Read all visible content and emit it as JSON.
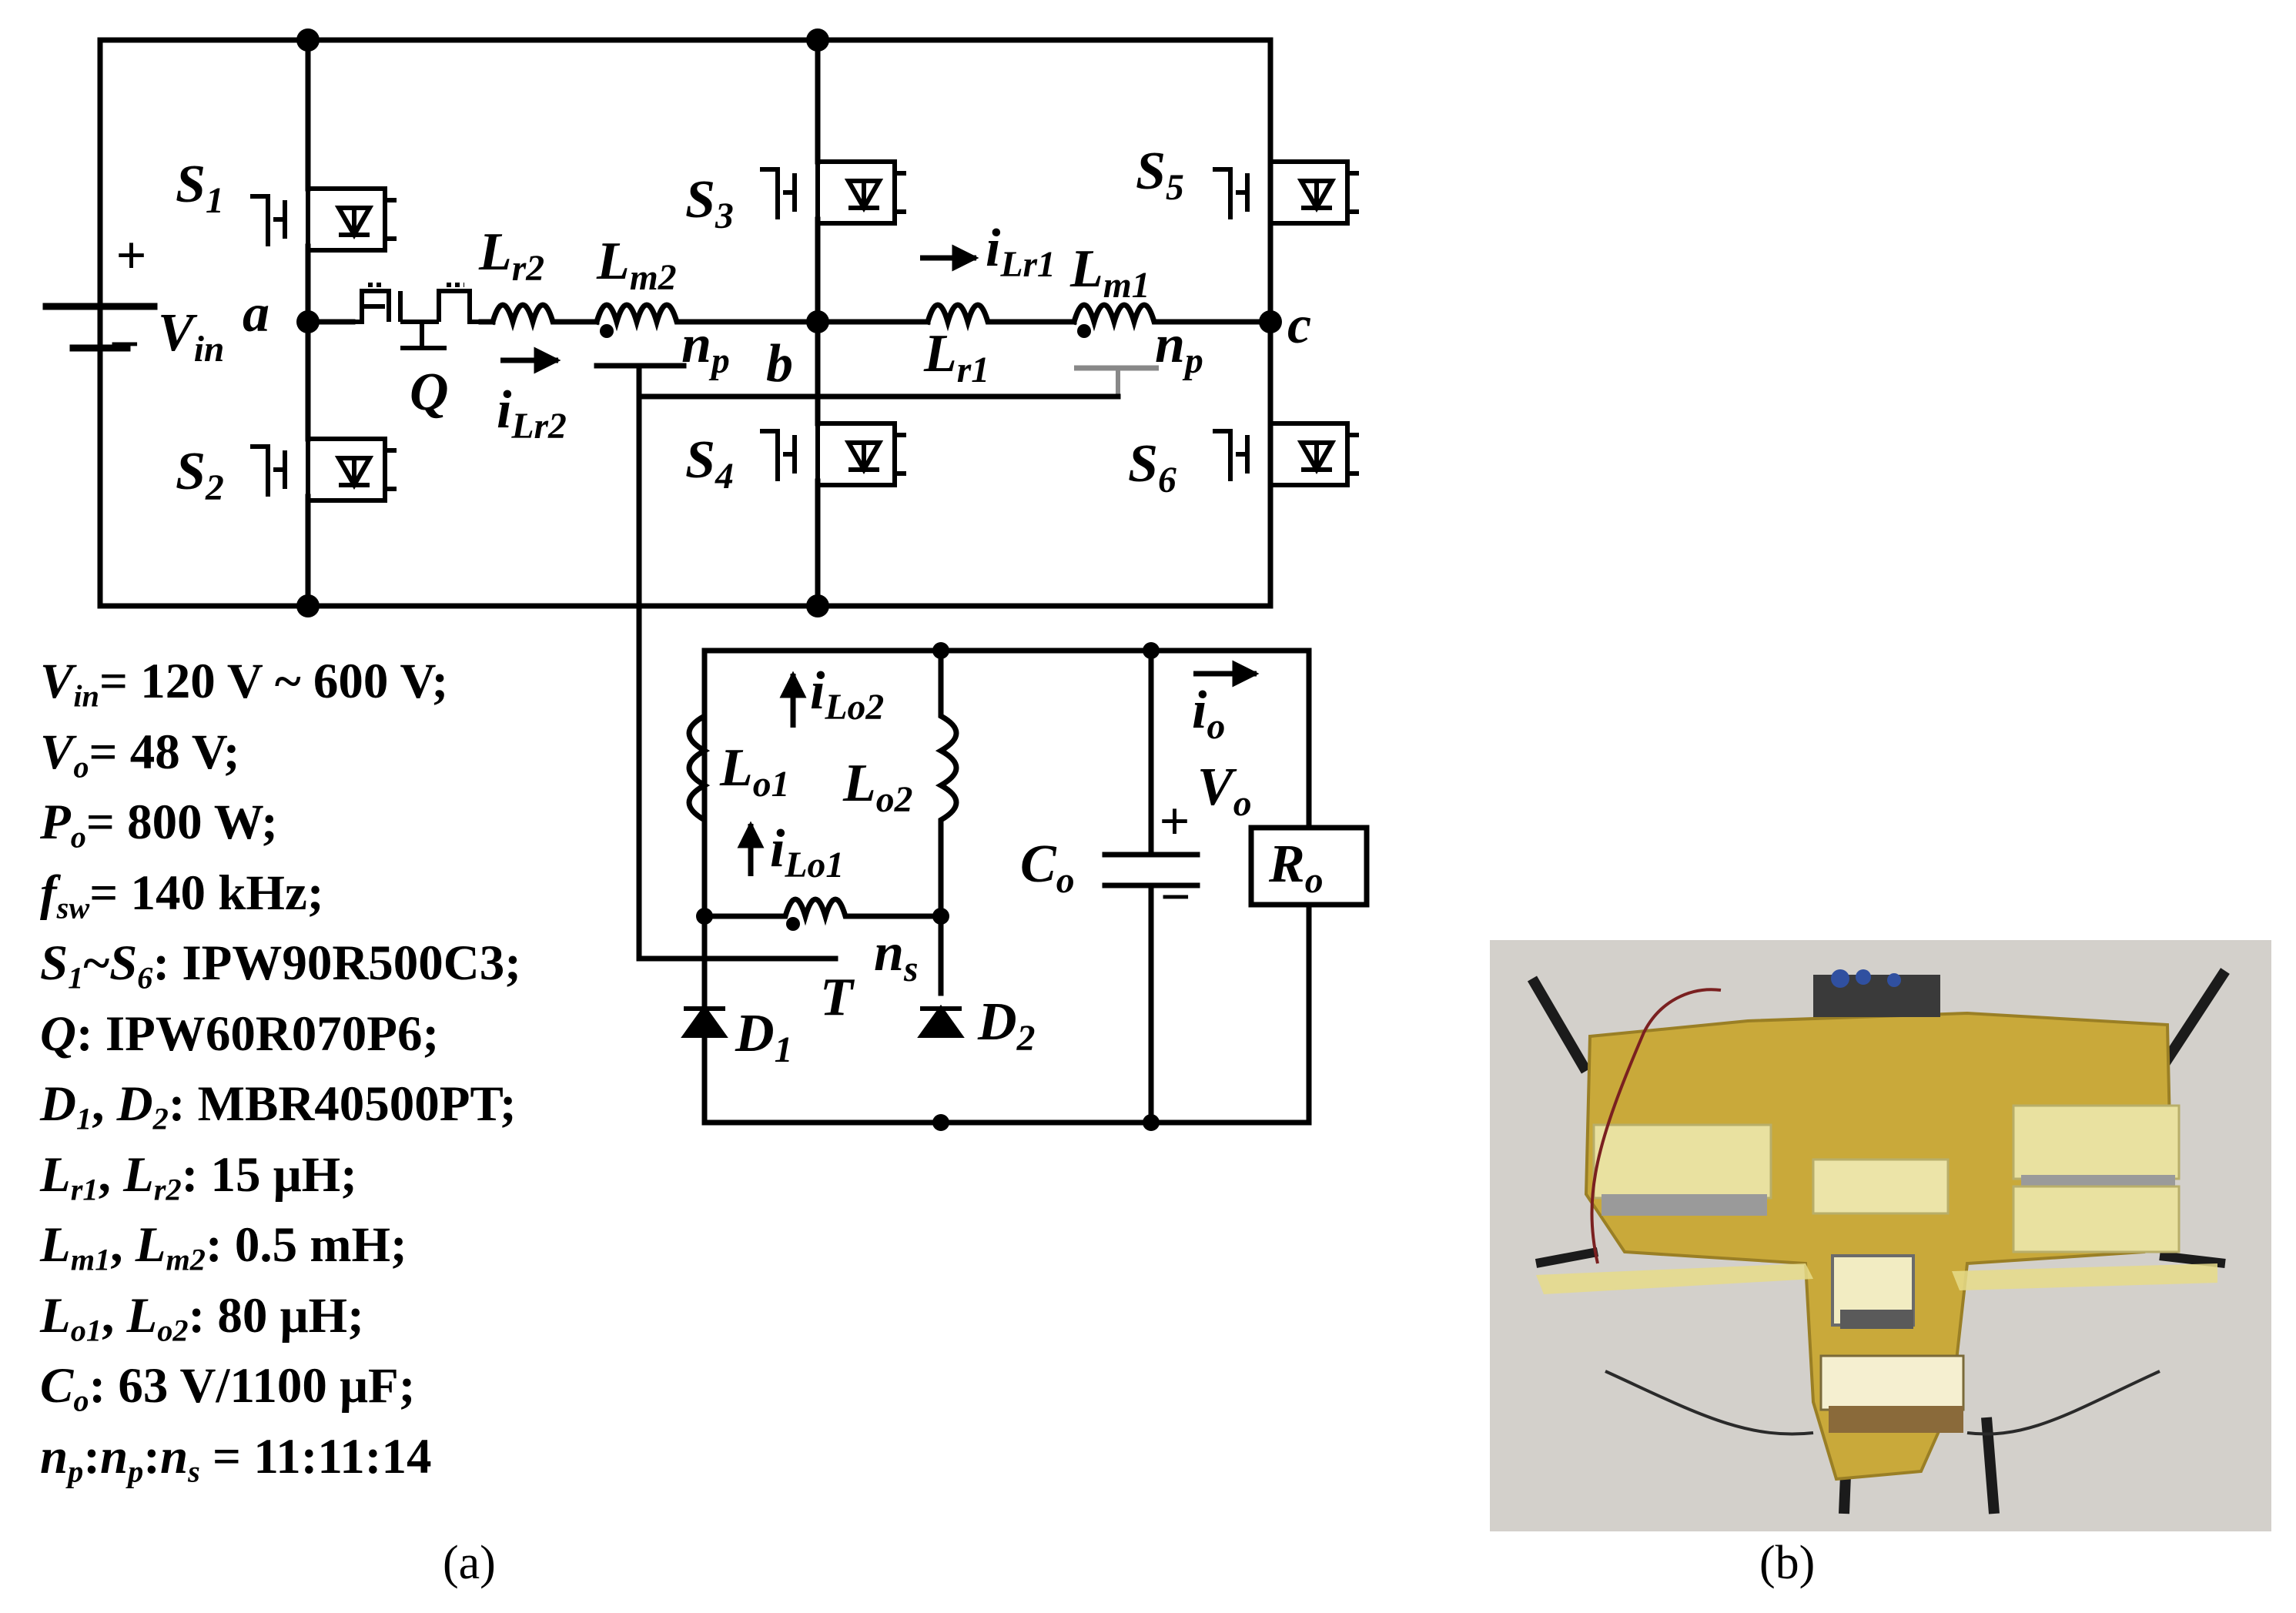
{
  "labels": {
    "S1": {
      "main": "S",
      "sub": "1"
    },
    "S2": {
      "main": "S",
      "sub": "2"
    },
    "S3": {
      "main": "S",
      "sub": "3"
    },
    "S4": {
      "main": "S",
      "sub": "4"
    },
    "S5": {
      "main": "S",
      "sub": "5"
    },
    "S6": {
      "main": "S",
      "sub": "6"
    },
    "Vin": {
      "main": "V",
      "sub": "in"
    },
    "plus_in": "+",
    "minus_in": "−",
    "node_a": "a",
    "node_b": "b",
    "node_c": "c",
    "Q": "Q",
    "Lr2": {
      "main": "L",
      "sub": "r2"
    },
    "Lm2": {
      "main": "L",
      "sub": "m2"
    },
    "iLr2": {
      "main": "i",
      "sub": "Lr2"
    },
    "np_1": {
      "main": "n",
      "sub": "p"
    },
    "iLr1": {
      "main": "i",
      "sub": "Lr1"
    },
    "Lm1": {
      "main": "L",
      "sub": "m1"
    },
    "Lr1": {
      "main": "L",
      "sub": "r1"
    },
    "np_2": {
      "main": "n",
      "sub": "p"
    },
    "iLo2": {
      "main": "i",
      "sub": "Lo2"
    },
    "Lo1": {
      "main": "L",
      "sub": "o1"
    },
    "Lo2": {
      "main": "L",
      "sub": "o2"
    },
    "iLo1": {
      "main": "i",
      "sub": "Lo1"
    },
    "ns": {
      "main": "n",
      "sub": "s"
    },
    "T": "T",
    "D1": {
      "main": "D",
      "sub": "1"
    },
    "D2": {
      "main": "D",
      "sub": "2"
    },
    "Co": {
      "main": "C",
      "sub": "o"
    },
    "io": {
      "main": "i",
      "sub": "o"
    },
    "Vo": {
      "main": "V",
      "sub": "o"
    },
    "plus_out": "+",
    "minus_out": "−",
    "Ro": {
      "main": "R",
      "sub": "o"
    }
  },
  "specs": [
    {
      "sym": "V",
      "sub": "in",
      "text": "= 120 V ~ 600 V;"
    },
    {
      "sym": "V",
      "sub": "o",
      "text": "= 48 V;"
    },
    {
      "sym": "P",
      "sub": "o",
      "text": "= 800 W;"
    },
    {
      "sym": "f",
      "sub": "sw",
      "text": "= 140 kHz;"
    },
    {
      "sym": "S",
      "sub": "1",
      "text": "~",
      "sym2": "S",
      "sub2": "6",
      "text2": ": IPW90R500C3;"
    },
    {
      "sym": "Q",
      "sub": "",
      "text": ": IPW60R070P6;"
    },
    {
      "sym": "D",
      "sub": "1",
      "text": ", ",
      "sym2": "D",
      "sub2": "2",
      "text2": ": MBR40500PT;"
    },
    {
      "sym": "L",
      "sub": "r1",
      "text": ", ",
      "sym2": "L",
      "sub2": "r2",
      "text2": ": 15 μH;"
    },
    {
      "sym": "L",
      "sub": "m1",
      "text": ", ",
      "sym2": "L",
      "sub2": "m2",
      "text2": ": 0.5 mH;"
    },
    {
      "sym": "L",
      "sub": "o1",
      "text": ", ",
      "sym2": "L",
      "sub2": "o2",
      "text2": ": 80 μH;"
    },
    {
      "sym": "C",
      "sub": "o",
      "text": ": 63 V/1100 μF;"
    },
    {
      "sym": "n",
      "sub": "p",
      "text": ":",
      "sym2": "n",
      "sub2": "p",
      "text2": ":",
      "sym3": "n",
      "sub3": "s",
      "text3": " = 11:11:14"
    }
  ],
  "captions": {
    "a": "(a)",
    "b": "(b)"
  },
  "photo": {
    "board_color": "#c9a93a",
    "transformer_color": "#efe6a6",
    "background_color": "#d3d0cb"
  }
}
